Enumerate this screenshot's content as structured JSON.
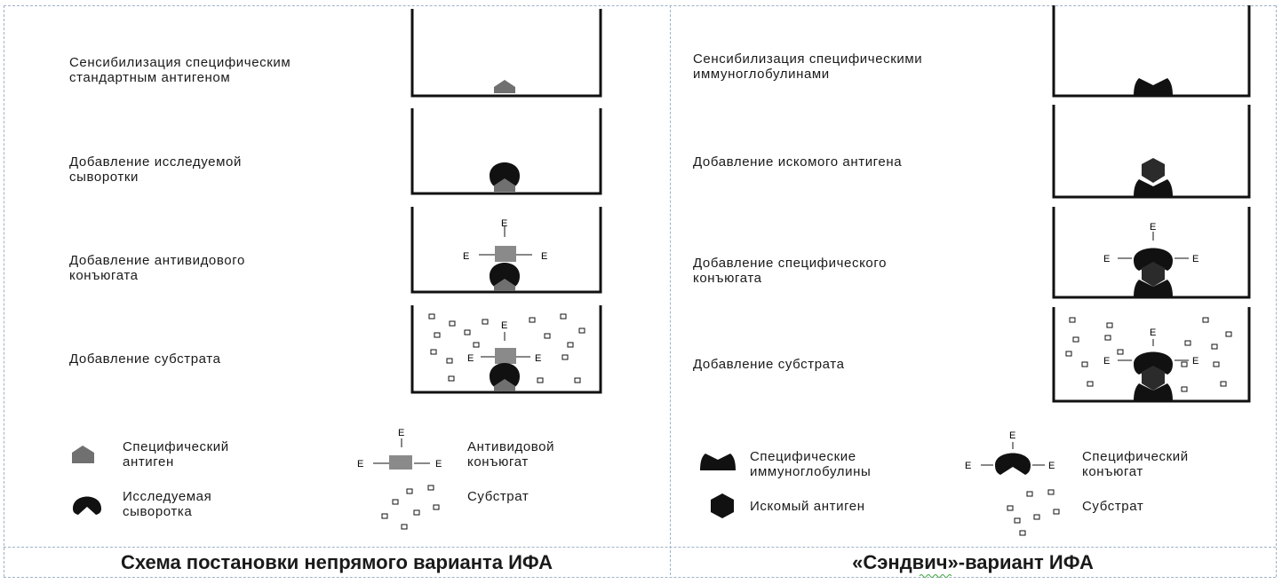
{
  "left": {
    "steps": [
      {
        "label": "Сенсибилизация специфическим\nстандартным антигеном"
      },
      {
        "label": "Добавление исследуемой\nсыворотки"
      },
      {
        "label": "Добавление антивидового\nконъюгата"
      },
      {
        "label": "Добавление субстрата"
      }
    ],
    "legend": {
      "antigen": "Специфический\nантиген",
      "serum": "Исследуемая\nсыворотка",
      "conjugate": "Антивидовой\nконъюгат",
      "substrate": "Субстрат"
    },
    "caption": "Схема постановки непрямого варианта ИФА"
  },
  "right": {
    "steps": [
      {
        "label": "Сенсибилизация специфическими\nиммуноглобулинами"
      },
      {
        "label": "Добавление искомого антигена"
      },
      {
        "label": "Добавление специфического\nконъюгата"
      },
      {
        "label": "Добавление субстрата"
      }
    ],
    "legend": {
      "immunoglobulins": "Специфические\nиммуноглобулины",
      "conjugate": "Специфический\nконъюгат",
      "antigen": "Искомый антиген",
      "substrate": "Субстрат"
    },
    "caption": "«Сэндвич»-вариант ИФА"
  },
  "enzyme_label": "E",
  "colors": {
    "antigen_gray": "#707070",
    "conjugate_gray": "#8a8a8a",
    "black": "#111111",
    "divider": "#9fb3c8",
    "hex_dark": "#2b2b2b"
  }
}
